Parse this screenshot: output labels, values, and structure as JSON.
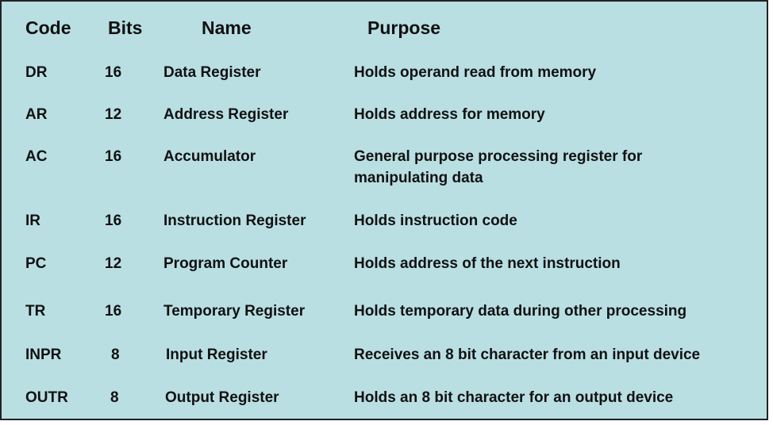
{
  "table": {
    "headers": {
      "code": "Code",
      "bits": "Bits",
      "name": "Name",
      "purpose": "Purpose"
    },
    "rows": [
      {
        "code": "DR",
        "bits": "16",
        "name": "Data Register",
        "purpose": "Holds operand read from memory"
      },
      {
        "code": "AR",
        "bits": "12",
        "name": "Address Register",
        "purpose": "Holds address for memory"
      },
      {
        "code": "AC",
        "bits": "16",
        "name": "Accumulator",
        "purpose": "General purpose processing register for manipulating data"
      },
      {
        "code": "IR",
        "bits": "16",
        "name": "Instruction Register",
        "purpose": "Holds instruction code"
      },
      {
        "code": "PC",
        "bits": "12",
        "name": "Program Counter",
        "purpose": "Holds address of the next instruction"
      },
      {
        "code": "TR",
        "bits": "16",
        "name": "Temporary Register",
        "purpose": "Holds temporary data during other processing"
      },
      {
        "code": "INPR",
        "bits": "8",
        "name": "Input Register",
        "purpose": "Receives an 8 bit character from an input device"
      },
      {
        "code": "OUTR",
        "bits": "8",
        "name": "Output Register",
        "purpose": "Holds an 8 bit character for an output device"
      }
    ]
  },
  "colors": {
    "background": "#b9dfe3",
    "border": "#222222",
    "text": "#111111"
  }
}
